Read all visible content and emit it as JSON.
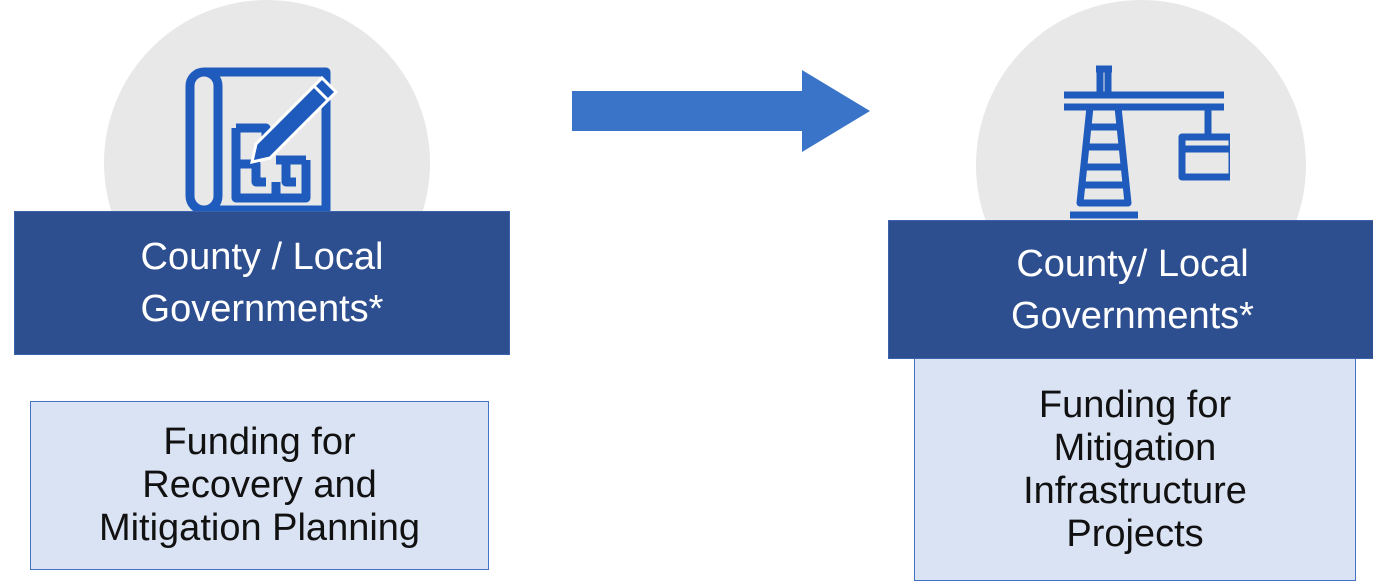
{
  "left": {
    "icon": "blueprint-pencil-icon",
    "header_line1": "County / Local",
    "header_line2": "Governments*",
    "funding_line1": "Funding for",
    "funding_line2": "Recovery and",
    "funding_line3": "Mitigation Planning"
  },
  "right": {
    "icon": "construction-crane-icon",
    "header_line1": "County/ Local",
    "header_line2": "Governments*",
    "funding_line1": "Funding for",
    "funding_line2": "Mitigation",
    "funding_line3": "Infrastructure",
    "funding_line4": "Projects"
  },
  "arrow": {
    "icon": "right-arrow-icon",
    "color": "#3a74c8"
  },
  "colors": {
    "circle": "#e8e8e8",
    "header_bg": "#2e4f8f",
    "funding_bg": "#dae3f3",
    "icon": "#1e5bbd"
  }
}
